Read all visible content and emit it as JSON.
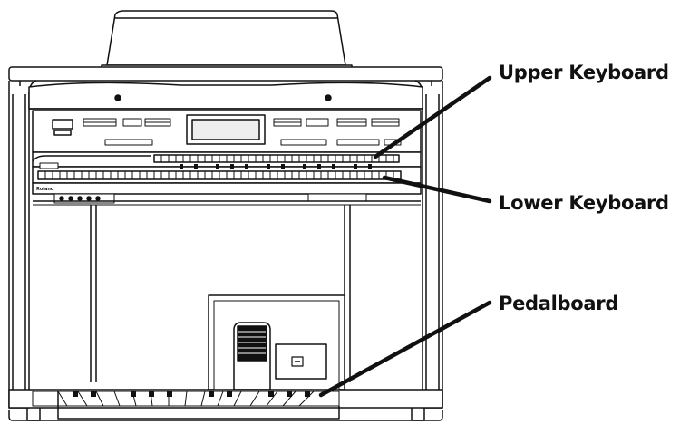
{
  "labels": {
    "upper_keyboard": "Upper Keyboard",
    "lower_keyboard": "Lower Keyboard",
    "pedalboard": "Pedalboard"
  },
  "brand": "Roland",
  "colors": {
    "line": "#111111",
    "fill": "#ffffff",
    "shade": "#dddddd",
    "dark": "#222222"
  }
}
